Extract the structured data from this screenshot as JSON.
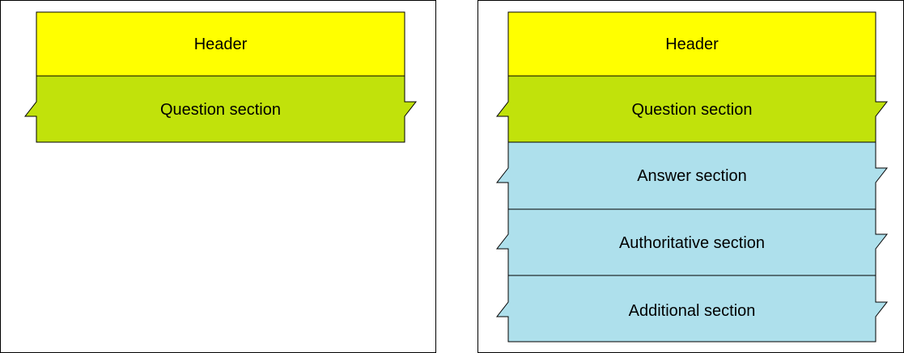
{
  "colors": {
    "header": "#ffff00",
    "question": "#c1e20b",
    "resource": "#aee0ec",
    "stroke": "#000000",
    "panel_bg": "#ffffff"
  },
  "query": {
    "header_label": "Header",
    "question_label": "Question section"
  },
  "response": {
    "header_label": "Header",
    "question_label": "Question section",
    "answer_label": "Answer section",
    "authoritative_label": "Authoritative section",
    "additional_label": "Additional section"
  }
}
